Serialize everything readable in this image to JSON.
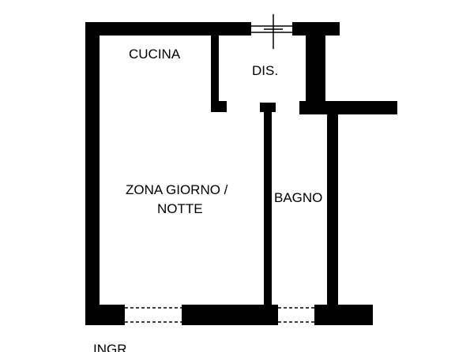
{
  "plan": {
    "rooms": [
      {
        "id": "cucina",
        "label": "CUCINA"
      },
      {
        "id": "dis",
        "label": "DIS."
      },
      {
        "id": "zona-line1",
        "label": "ZONA GIORNO /"
      },
      {
        "id": "zona-line2",
        "label": "NOTTE"
      },
      {
        "id": "bagno",
        "label": "BAGNO"
      }
    ],
    "entrance": {
      "label": "INGR."
    },
    "colors": {
      "wall": "#000000",
      "background": "#ffffff"
    }
  }
}
